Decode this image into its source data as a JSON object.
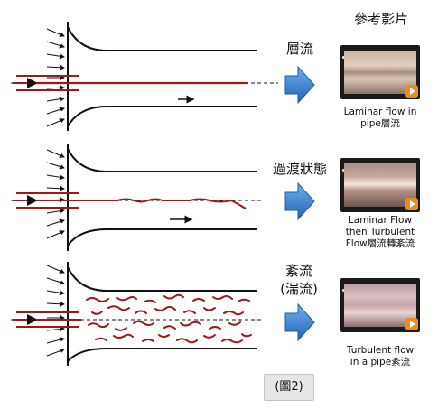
{
  "heading": "參考影片",
  "figure_label": "(圖2)",
  "colors": {
    "streak": "#a01818",
    "wall": "#111111",
    "arrow_fill": "#2f74c8"
  },
  "regimes": [
    {
      "name": "laminar",
      "label_lines": [
        "層流"
      ],
      "video_caption_lines": [
        "Laminar flow in",
        "pipe層流"
      ]
    },
    {
      "name": "transitional",
      "label_lines": [
        "過渡狀態"
      ],
      "video_caption_lines": [
        "Laminar Flow",
        "then Turbulent",
        "Flow層流轉紊流"
      ]
    },
    {
      "name": "turbulent",
      "label_lines": [
        "紊流",
        "(湍流)"
      ],
      "video_caption_lines": [
        "Turbulent flow",
        "in a pipe紊流"
      ]
    }
  ]
}
